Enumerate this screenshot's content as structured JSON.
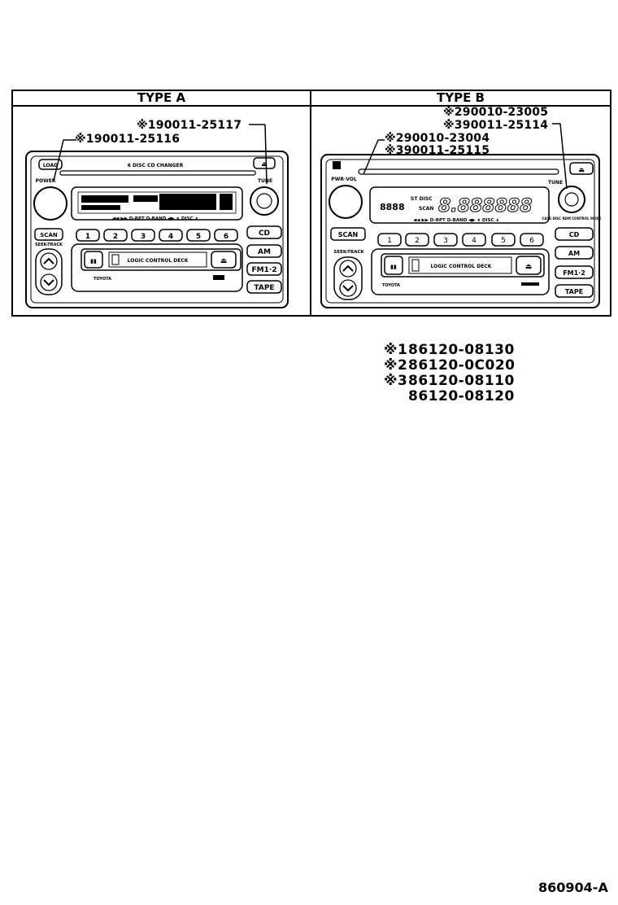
{
  "headers": {
    "type_a": "TYPE A",
    "type_b": "TYPE B"
  },
  "type_a": {
    "callout_top": "※190011-25117",
    "callout_mid": "※190011-25116",
    "panel": {
      "load_button": "LOAD",
      "power_label": "POWER",
      "disc_slot_label": "6 DISC CD CHANGER",
      "tune_label": "TUNE",
      "scan_button": "SCAN",
      "seek_label": "SEEK-TRACK",
      "presets": [
        "1",
        "2",
        "3",
        "4",
        "5",
        "6"
      ],
      "lcd_bottom": "◀◀    ▶▶    D-RPT   D-BAND  ◀▶ ∨ DISC ∧",
      "deck_label": "LOGIC CONTROL DECK",
      "side_buttons": [
        "CD",
        "AM",
        "FM1·2",
        "TAPE"
      ],
      "brand": "TOYOTA"
    }
  },
  "type_b": {
    "callout_1": "※290010-23005",
    "callout_2": "※390011-25114",
    "callout_3": "※290010-23004",
    "callout_4": "※390011-25115",
    "panel": {
      "power_label": "PWR·VOL",
      "tune_label": "TUNE",
      "scan_button": "SCAN",
      "seek_label": "SEEK-TRACK",
      "presets": [
        "1",
        "2",
        "3",
        "4",
        "5",
        "6"
      ],
      "lcd_left": "8888",
      "lcd_st": "ST  DISC",
      "lcd_scan": "SCAN",
      "lcd_digits": "8.888888",
      "lcd_bottom": "◀◀    ▶▶    D-RPT   D-BAND  ◀▶ ∨ DISC ∧",
      "deck_label": "LOGIC CONTROL DECK",
      "side_buttons": [
        "CD",
        "AM",
        "FM1·2",
        "TAPE"
      ],
      "tune_sub": "CASS  DISC  RDM  CONTROL  MODE",
      "brand": "TOYOTA"
    }
  },
  "legend": [
    {
      "mark": "※1",
      "part": "86120-08130"
    },
    {
      "mark": "※2",
      "part": "86120-0C020"
    },
    {
      "mark": "※3",
      "part": "86120-08110"
    },
    {
      "mark": "",
      "part": "86120-08120"
    }
  ],
  "drawing_code": "860904-A"
}
